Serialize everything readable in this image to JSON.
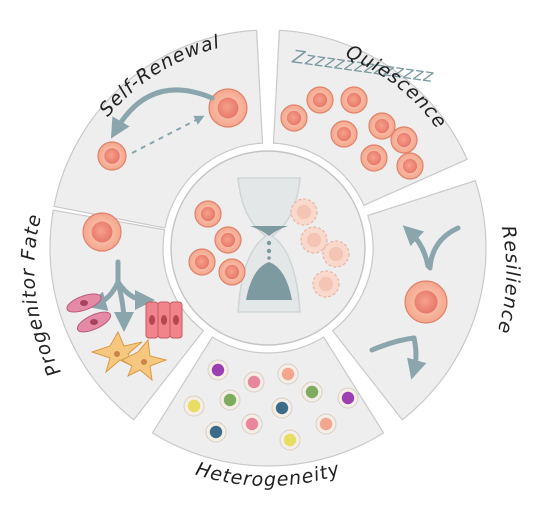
{
  "labels": {
    "self_renewal": "Self-Renewal",
    "quiescence": "Quiescence",
    "resilience": "Resilience",
    "heterogeneity": "Heterogeneity",
    "progenitor_fate": "Progenitor Fate"
  },
  "quiescence_zzz": "Zzzzzzzzzzzzzz",
  "colors": {
    "cell_fill": "#f7b39b",
    "cell_stroke": "#e0826a",
    "cell_nucleus": "#f08c78",
    "faded_cell": "#f8d9cc",
    "arrow": "#8aa5ac",
    "hourglass_glass": "#dfe3e4",
    "hourglass_sand": "#7d9aa0",
    "sector_fill": "#eeeeee",
    "heterogeneity_palette": [
      "#9b3fb2",
      "#e9869d",
      "#f4a58e",
      "#7dae5e",
      "#e8dd62",
      "#3c6b8a",
      "#c9d96b"
    ]
  }
}
